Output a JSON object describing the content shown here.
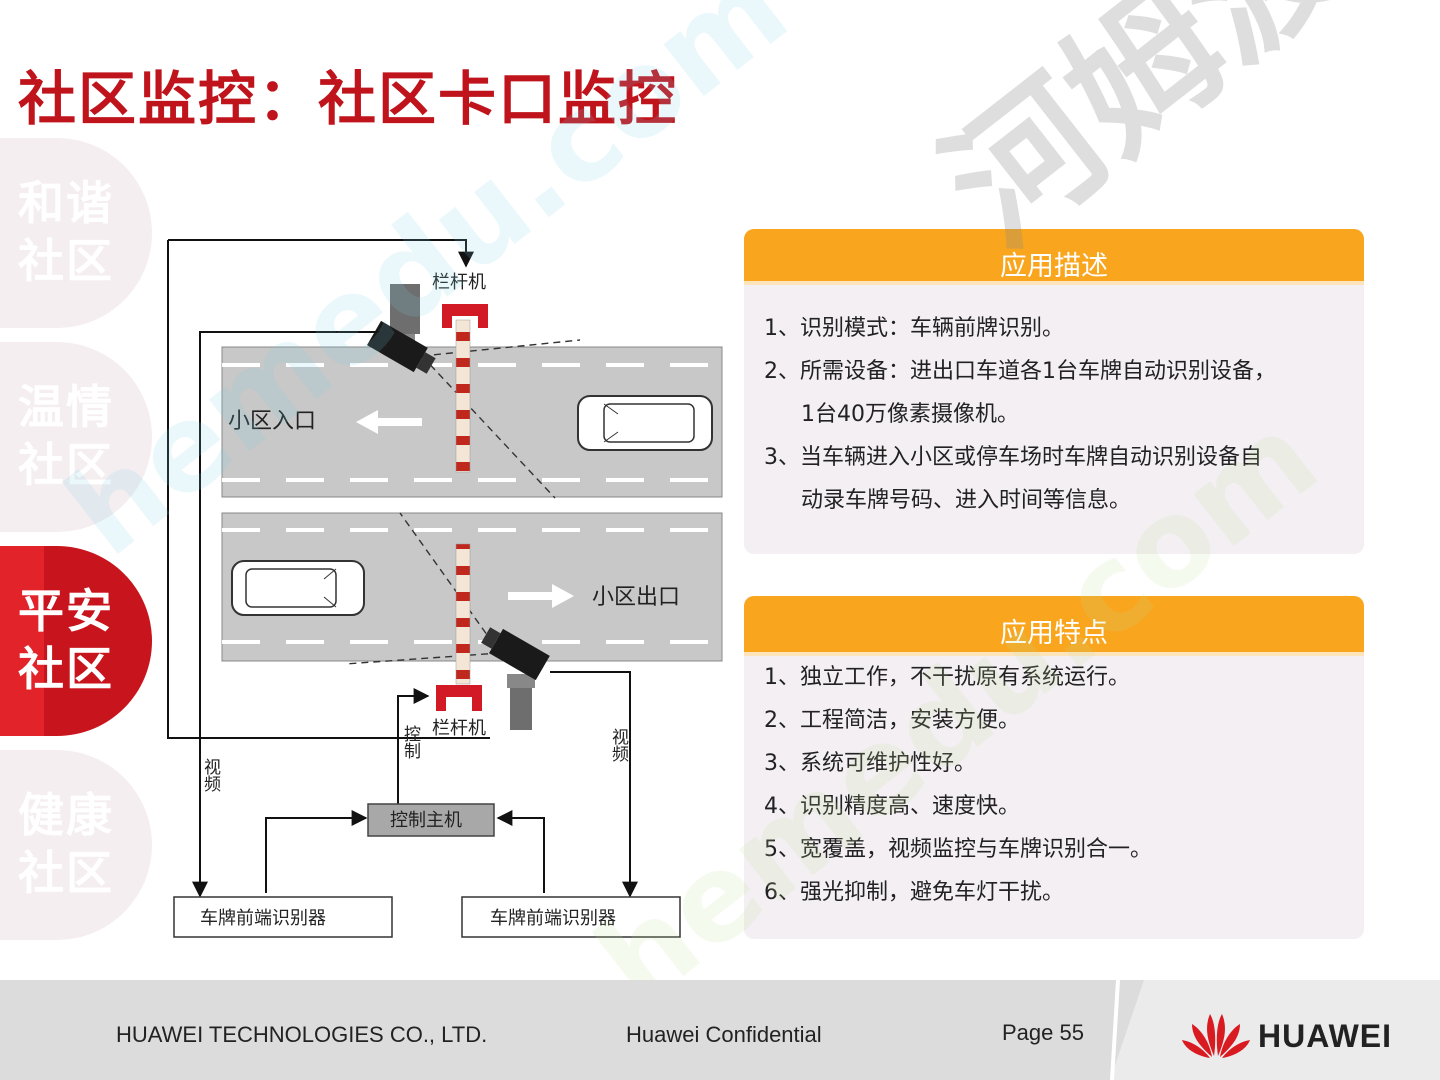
{
  "slide": {
    "title": "社区监控：社区卡口监控"
  },
  "nav": {
    "items": [
      {
        "label": "和谐社区",
        "line1": "和谐",
        "line2": "社区",
        "active": false
      },
      {
        "label": "温情社区",
        "line1": "温情",
        "line2": "社区",
        "active": false
      },
      {
        "label": "平安社区",
        "line1": "平安",
        "line2": "社区",
        "active": true
      },
      {
        "label": "健康社区",
        "line1": "健康",
        "line2": "社区",
        "active": false
      }
    ],
    "active_color": "#c8141c",
    "inactive_color": "#f5eef0"
  },
  "diagram": {
    "barrier_top": "栏杆机",
    "barrier_bottom": "栏杆机",
    "entrance": "小区入口",
    "exit": "小区出口",
    "control_host": "控制主机",
    "video_left": "视频",
    "video_right": "视频",
    "control": "控制",
    "reader_left": "车牌前端识别器",
    "reader_right": "车牌前端识别器"
  },
  "panels": {
    "description": {
      "header": "应用描述",
      "lines": [
        "1、识别模式：车辆前牌识别。",
        "2、所需设备：进出口车道各1台车牌自动识别设备，",
        "1台40万像素摄像机。",
        "3、当车辆进入小区或停车场时车牌自动识别设备自",
        "动录车牌号码、进入时间等信息。"
      ]
    },
    "features": {
      "header": "应用特点",
      "lines": [
        "1、独立工作，不干扰原有系统运行。",
        "2、工程简洁，安装方便。",
        "3、系统可维护性好。",
        "4、识别精度高、速度快。",
        "5、宽覆盖，视频监控与车牌识别合一。",
        "6、强光抑制，避免车灯干扰。"
      ]
    },
    "header_color": "#f9a51d"
  },
  "footer": {
    "company": "HUAWEI TECHNOLOGIES CO., LTD.",
    "confidential": "Huawei Confidential",
    "page": "Page 55",
    "brand": "HUAWEI"
  },
  "watermark": {
    "text_cn": "河姆渡",
    "text_en": "hemedu.com"
  }
}
